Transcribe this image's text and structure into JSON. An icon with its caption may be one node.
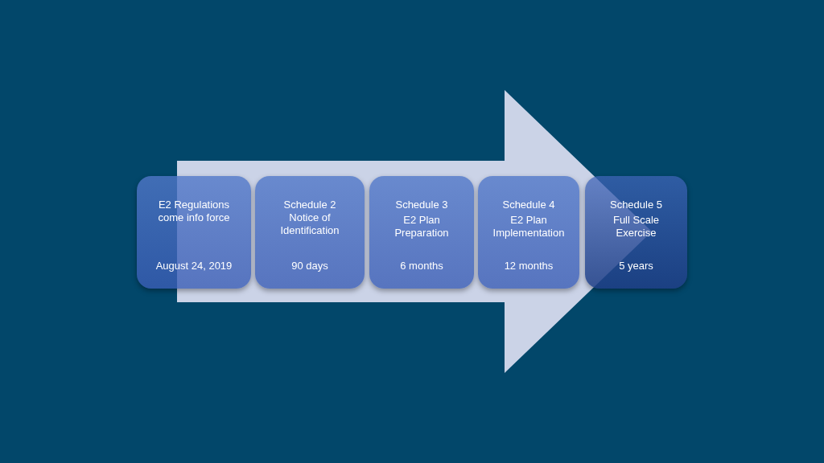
{
  "diagram": {
    "nodes": [
      {
        "text": [
          "E2 Regulations come info force",
          "August 24, 2019"
        ]
      },
      {
        "text": [
          "Schedule 2 Notice of Identification",
          "90 days"
        ]
      },
      {
        "text": [
          "Schedule 3",
          "E2 Plan Preparation",
          "6 months"
        ]
      },
      {
        "text": [
          "Schedule 4",
          "E2 Plan Implementation",
          "12 months"
        ]
      },
      {
        "text": [
          "Schedule 5",
          "Full Scale Exercise",
          "5 years"
        ]
      }
    ],
    "edges": [
      {
        "from": 0,
        "to": 4,
        "arrow": "to",
        "style": "thick"
      }
    ]
  }
}
